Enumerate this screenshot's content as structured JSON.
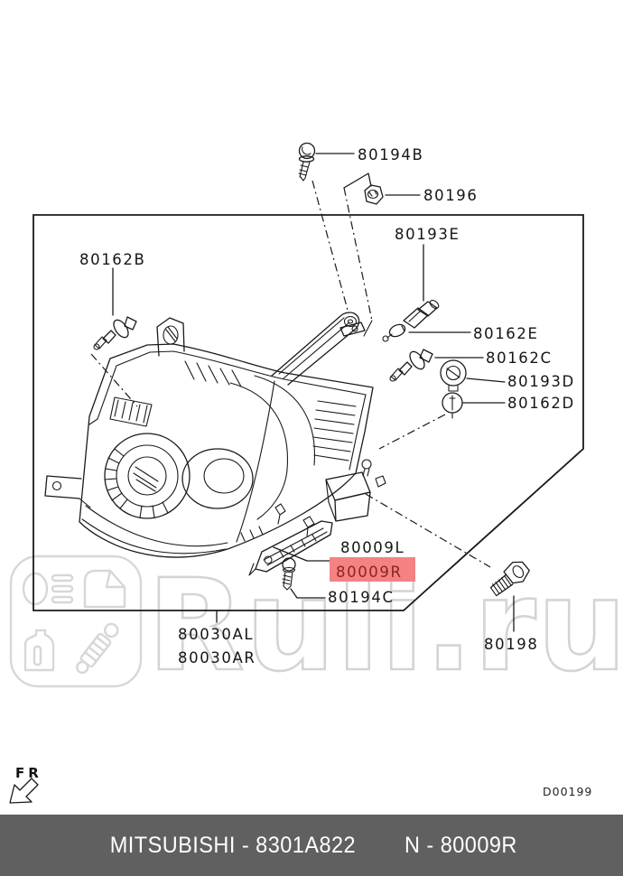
{
  "watermark": {
    "text": "Ruli.ru"
  },
  "drawing_code": "D00199",
  "front_marker": "FR",
  "footer": {
    "brand_part": "MITSUBISHI - 8301A822",
    "part_ref": "N - 80009R"
  },
  "colors": {
    "highlight_bg": "#f58282",
    "highlight_text": "#8b2424",
    "footer_bg": "#606060",
    "footer_text": "#ffffff",
    "watermark": "#d4d4d4",
    "line": "#1a1a1a"
  },
  "parts": {
    "80194B": "80194B",
    "80196": "80196",
    "80193E": "80193E",
    "80162B": "80162B",
    "80162E": "80162E",
    "80162C": "80162C",
    "80193D": "80193D",
    "80162D": "80162D",
    "80009L": "80009L",
    "80009R": "80009R",
    "80194C": "80194C",
    "80030AL": "80030AL",
    "80030AR": "80030AR",
    "80198": "80198"
  }
}
